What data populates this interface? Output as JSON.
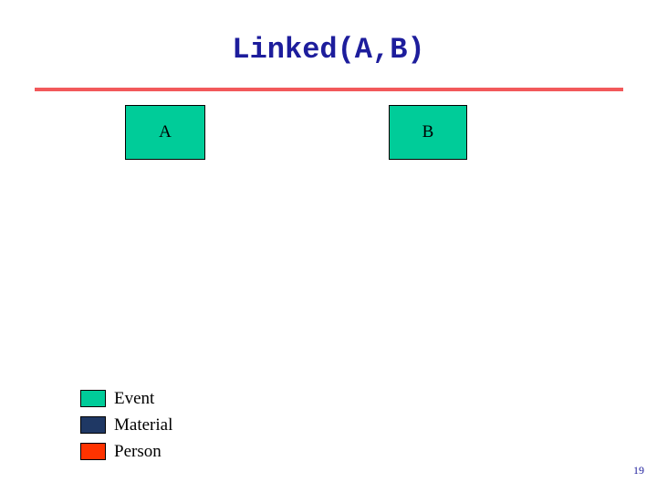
{
  "slide": {
    "title": "Linked(A,B)",
    "page_number": "19",
    "accent_rule_color": "#f2595b",
    "title_color": "#1d1d9c"
  },
  "nodes": [
    {
      "label": "A",
      "color": "#00cc99",
      "name": "node-a"
    },
    {
      "label": "B",
      "color": "#00cc99",
      "name": "node-b"
    }
  ],
  "legend": {
    "items": [
      {
        "label": "Event",
        "color": "#00cc99"
      },
      {
        "label": "Material",
        "color": "#1f3864"
      },
      {
        "label": "Person",
        "color": "#ff3300"
      }
    ]
  }
}
